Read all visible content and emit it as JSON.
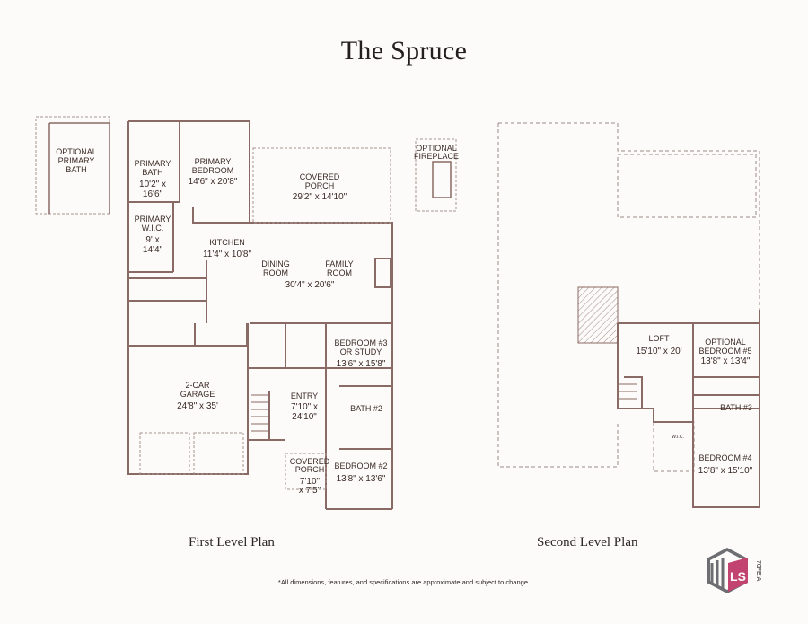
{
  "title": "The Spruce",
  "colors": {
    "wall": "#8a6a64",
    "dash": "#9a8a86",
    "text": "#3a2a26",
    "logo_gray": "#6d6e71",
    "logo_pink": "#c2436f",
    "background": "#fdfbf9"
  },
  "first_level": {
    "caption": "First Level Plan",
    "rooms": [
      {
        "name": "optional-primary-bath",
        "label": [
          "OPTIONAL",
          "PRIMARY",
          "BATH"
        ],
        "dim": ""
      },
      {
        "name": "primary-bath",
        "label": [
          "PRIMARY",
          "BATH"
        ],
        "dim": [
          "10'2\" x",
          "16'6\""
        ]
      },
      {
        "name": "primary-bedroom",
        "label": [
          "PRIMARY",
          "BEDROOM"
        ],
        "dim": "14'6\" x 20'8\""
      },
      {
        "name": "covered-porch-rear",
        "label": [
          "COVERED",
          "PORCH"
        ],
        "dim": "29'2\" x 14'10\""
      },
      {
        "name": "optional-fireplace",
        "label": [
          "OPTIONAL",
          "FIREPLACE"
        ],
        "dim": ""
      },
      {
        "name": "primary-wic",
        "label": [
          "PRIMARY",
          "W.I.C."
        ],
        "dim": [
          "9' x",
          "14'4\""
        ]
      },
      {
        "name": "kitchen",
        "label": [
          "KITCHEN"
        ],
        "dim": "11'4\" x 10'8\""
      },
      {
        "name": "dining-room",
        "label": [
          "DINING",
          "ROOM"
        ],
        "dim": ""
      },
      {
        "name": "family-room",
        "label": [
          "FAMILY",
          "ROOM"
        ],
        "dim": ""
      },
      {
        "name": "dining-family-dim",
        "label": [],
        "dim": "30'4\" x 20'6\""
      },
      {
        "name": "garage",
        "label": [
          "2-CAR",
          "GARAGE"
        ],
        "dim": "24'8\" x 35'"
      },
      {
        "name": "bedroom-3",
        "label": [
          "BEDROOM #3",
          "OR STUDY"
        ],
        "dim": "13'6\" x 15'8\""
      },
      {
        "name": "entry",
        "label": [
          "ENTRY"
        ],
        "dim": [
          "7'10\" x",
          "24'10\""
        ]
      },
      {
        "name": "bath-2",
        "label": [
          "BATH #2"
        ],
        "dim": ""
      },
      {
        "name": "covered-porch-front",
        "label": [
          "COVERED",
          "PORCH"
        ],
        "dim": [
          "7'10\"",
          "x 7'5\""
        ]
      },
      {
        "name": "bedroom-2",
        "label": [
          "BEDROOM #2"
        ],
        "dim": "13'8\" x 13'6\""
      }
    ]
  },
  "second_level": {
    "caption": "Second Level Plan",
    "rooms": [
      {
        "name": "loft",
        "label": [
          "LOFT"
        ],
        "dim": "15'10\" x 20'"
      },
      {
        "name": "optional-bedroom-5",
        "label": [
          "OPTIONAL",
          "BEDROOM #5"
        ],
        "dim": "13'8\" x 13'4\""
      },
      {
        "name": "bath-3",
        "label": [
          "BATH #3"
        ],
        "dim": ""
      },
      {
        "name": "bedroom-4",
        "label": [
          "BEDROOM #4"
        ],
        "dim": "13'8\" x 15'10\""
      },
      {
        "name": "wic",
        "label": [
          "W.I.C."
        ],
        "dim": ""
      }
    ]
  },
  "disclaimer": "*All dimensions, features, and specifications are approximate and subject to change.",
  "logo": {
    "letters": "LS",
    "code": "70FEIA"
  }
}
